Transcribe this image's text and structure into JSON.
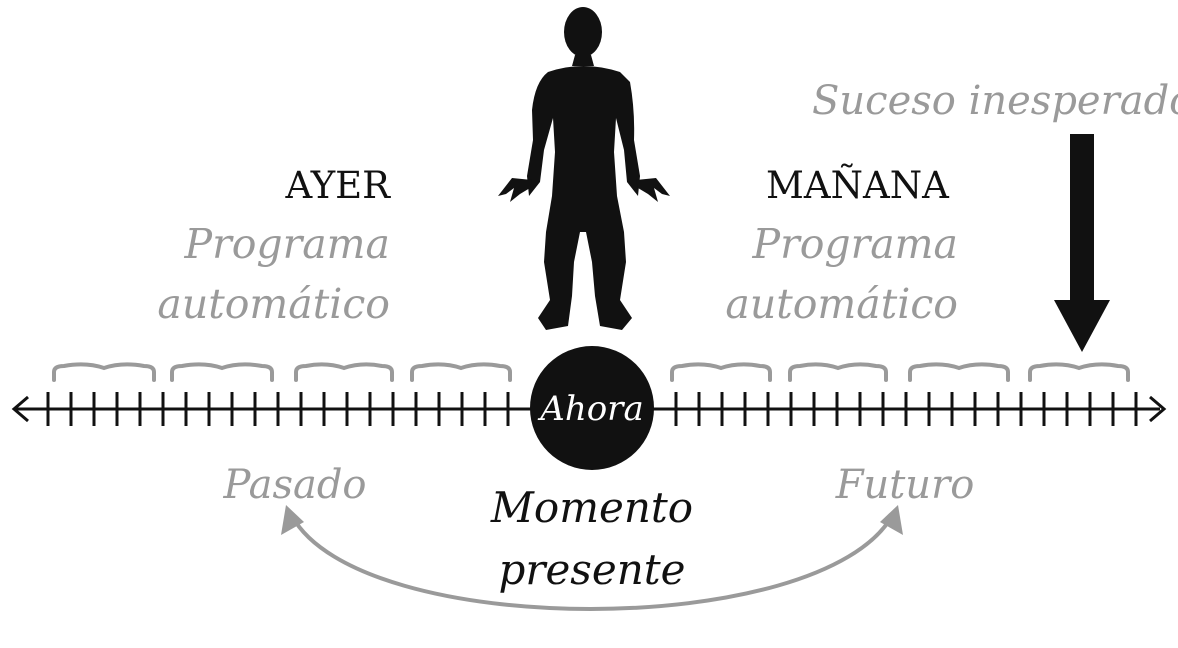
{
  "labels": {
    "ayer": "AYER",
    "manana": "MAÑANA",
    "programa_left_1": "Programa",
    "programa_left_2": "automático",
    "programa_right_1": "Programa",
    "programa_right_2": "automático",
    "suceso": "Suceso inesperado",
    "ahora": "Ahora",
    "pasado": "Pasado",
    "futuro": "Futuro",
    "momento_1": "Momento",
    "momento_2": "presente"
  },
  "colors": {
    "dark": "#111111",
    "grey": "#9a9a9a",
    "background": "#ffffff"
  },
  "icons": {
    "figure": "human-silhouette-icon",
    "arrow_down": "down-arrow-icon",
    "arrow_curved": "curved-double-arrow-icon"
  }
}
